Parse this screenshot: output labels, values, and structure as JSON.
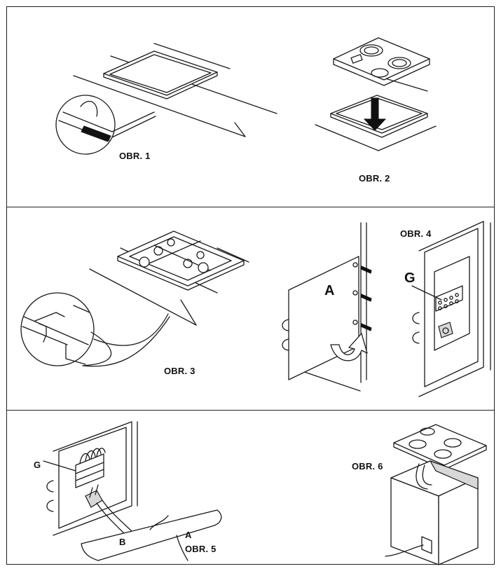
{
  "figures": {
    "fig1": "OBR. 1",
    "fig2": "OBR. 2",
    "fig3": "OBR. 3",
    "fig4": "OBR. 4",
    "fig5": "OBR. 5",
    "fig6": "OBR. 6"
  },
  "callouts": {
    "panel_a": "A",
    "terminal_g": "G",
    "terminal_g_fig5": "G",
    "cable_b": "B",
    "panel_a_fig5": "A"
  },
  "colors": {
    "ink": "#1a1a1a",
    "paper": "#ffffff"
  }
}
